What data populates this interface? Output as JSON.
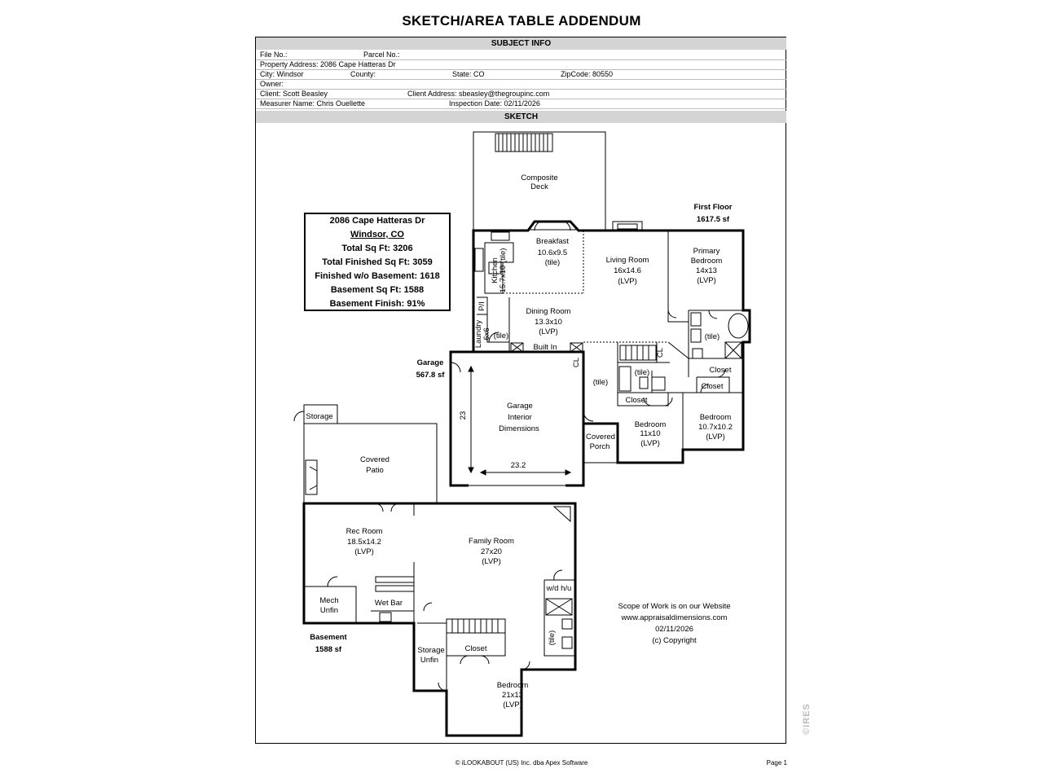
{
  "title": "SKETCH/AREA TABLE ADDENDUM",
  "subject_info": {
    "header": "SUBJECT INFO",
    "file_no": "File No.:",
    "parcel_no": "Parcel No.:",
    "property_address": "Property Address: 2086 Cape Hatteras Dr",
    "city": "City: Windsor",
    "county": "County:",
    "state": "State: CO",
    "zipcode": "ZipCode: 80550",
    "owner": "Owner:",
    "client": "Client: Scott Beasley",
    "client_address": "Client Address: sbeasley@thegroupinc.com",
    "measurer": "Measurer Name: Chris Ouellette",
    "inspection_date": "Inspection Date: 02/11/2026"
  },
  "sketch": {
    "header": "SKETCH",
    "summary": {
      "address": "2086 Cape Hatteras Dr",
      "city_state": "Windsor, CO",
      "total_sqft": "Total Sq Ft: 3206",
      "total_finished": "Total Finished Sq Ft: 3059",
      "finished_wo_basement": "Finished w/o Basement: 1618",
      "basement_sqft": "Basement Sq Ft: 1588",
      "basement_finish": "Basement Finish: 91%"
    },
    "floors": {
      "first_floor": "First Floor",
      "first_floor_area": "1617.5 sf",
      "garage": "Garage",
      "garage_area": "567.8 sf",
      "basement": "Basement",
      "basement_area": "1588 sf"
    },
    "rooms": {
      "composite_deck_1": "Composite",
      "composite_deck_2": "Deck",
      "breakfast": "Breakfast",
      "breakfast_dim": "10.6x9.5",
      "tile": "(tile)",
      "lvp": "(LVP)",
      "living_room": "Living Room",
      "living_dim": "16x14.6",
      "primary_1": "Primary",
      "primary_2": "Bedroom",
      "primary_dim": "14x13",
      "kitchen": "Kitchen",
      "kitchen_dim": "15.7x10 (tile)",
      "pn": "P/I",
      "laundry": "Laundry",
      "laundry_dim": "6x6",
      "dining_room": "Dining Room",
      "dining_dim": "13.3x10",
      "built_in": "Built In",
      "cl": "CL",
      "closet": "Closet",
      "garage_1": "Garage",
      "garage_2": "Interior",
      "garage_3": "Dimensions",
      "garage_depth": "23",
      "garage_width": "23.2",
      "covered_1": "Covered",
      "porch": "Porch",
      "bedroom": "Bedroom",
      "bedroom2_dim": "11x10",
      "bedroom3_dim": "10.7x10.2",
      "storage": "Storage",
      "patio": "Patio",
      "rec_room": "Rec Room",
      "rec_dim": "18.5x14.2",
      "family_room": "Family Room",
      "family_dim": "27x20",
      "wd": "w/d h/u",
      "mech": "Mech",
      "unfin": "Unfin",
      "wet_bar": "Wet Bar",
      "storage_unfin": "Storage",
      "bedroom_b_dim": "21x13"
    },
    "notes": {
      "line1": "Scope of Work is on our Website",
      "line2": "www.appraisaldimensions.com",
      "line3": "02/11/2026",
      "line4": "(c) Copyright"
    }
  },
  "footer": {
    "copyright": "© iLOOKABOUT (US) Inc. dba Apex Software",
    "page": "Page 1"
  },
  "watermark": "©IRES"
}
